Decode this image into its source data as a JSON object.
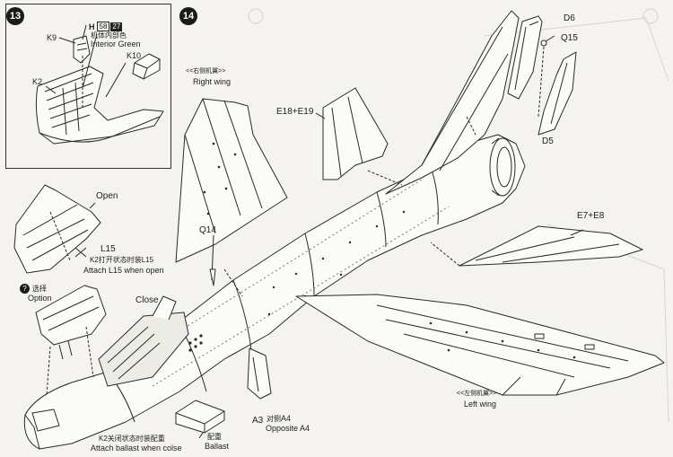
{
  "steps": {
    "step13": "13",
    "step14": "14"
  },
  "inset": {
    "k9": "K9",
    "paint_letter": "H",
    "paint_num": "58",
    "paint_num2": "27",
    "paint_cn": "机体内部色",
    "paint_en": "Interior Green",
    "k10": "K10",
    "k2": "K2"
  },
  "labels": {
    "right_wing_cn": "<<右侧机翼>>",
    "right_wing_en": "Right wing",
    "left_wing_cn": "<<左侧机翼>>",
    "left_wing_en": "Left wing",
    "e18_e19": "E18+E19",
    "d6": "D6",
    "q15": "Q15",
    "d5": "D5",
    "e7_e8": "E7+E8",
    "q14": "Q14",
    "open": "Open",
    "l15": "L15",
    "k2_open_cn": "K2打开状态时装L15",
    "attach_l15": "Attach L15 when open",
    "option_cn": "选择",
    "option_en": "Option",
    "close": "Close",
    "a3": "A3",
    "a4_cn": "对侧",
    "a4": "A4",
    "opposite_a4": "Opposite A4",
    "ballast_cn": "配重",
    "ballast_en": "Ballast",
    "k2_close_cn": "K2关闭状态时装配重",
    "attach_ballast": "Attach ballast when colse"
  },
  "icons": [
    "option-icon"
  ]
}
